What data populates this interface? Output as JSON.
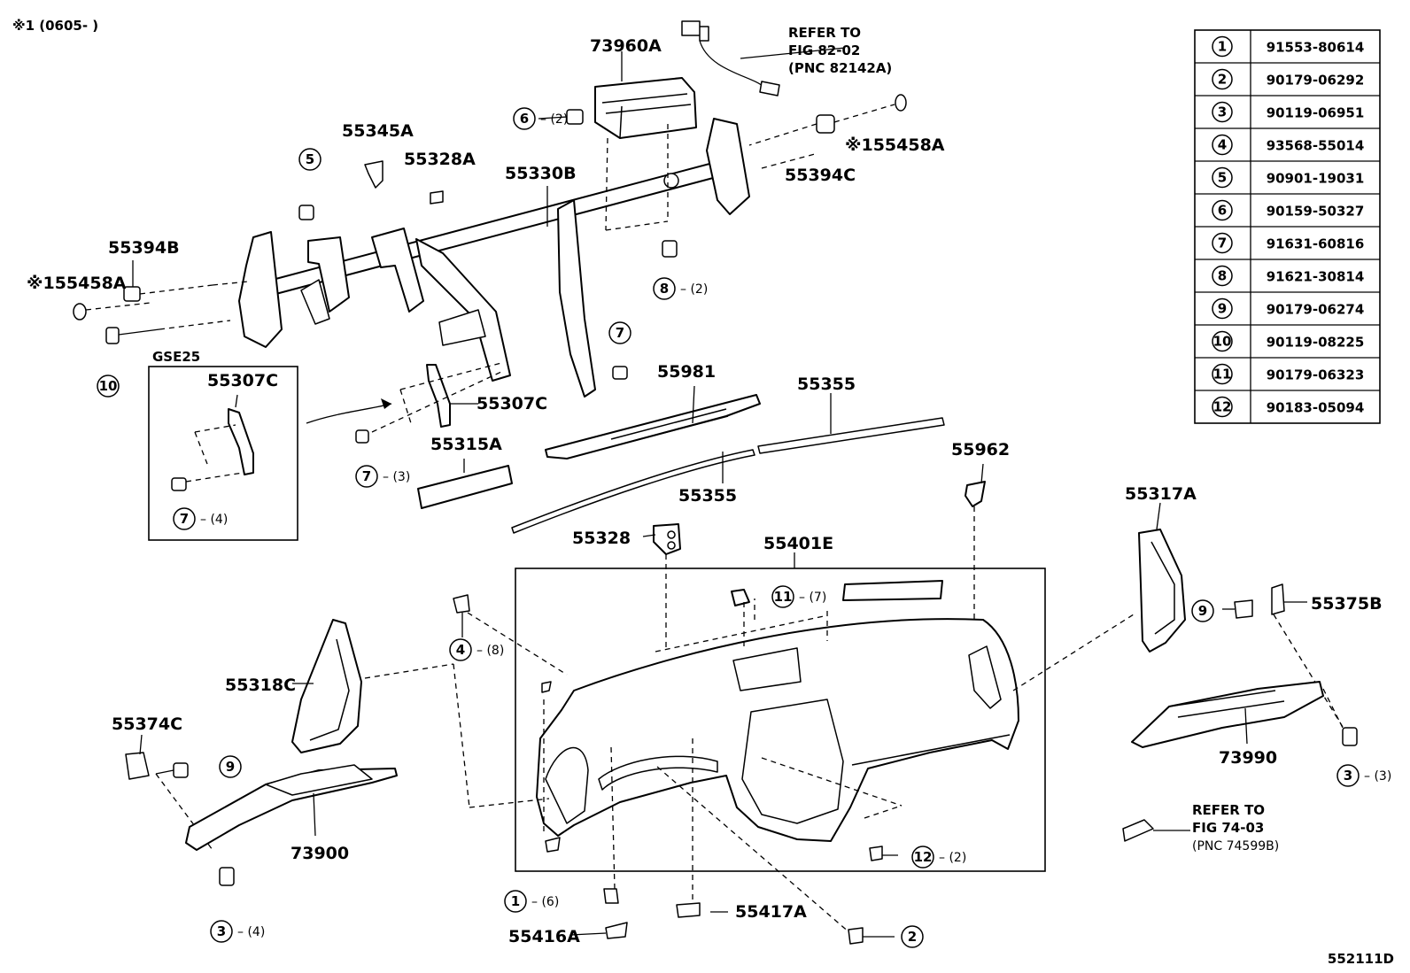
{
  "header_note": "※1 (0605-      )",
  "diagram_id": "552111D",
  "inset_label": "GSE25",
  "refer_notes": [
    {
      "line1": "REFER TO",
      "line2": "FIG 82-02",
      "line3": "(PNC 82142A)"
    },
    {
      "line1": "REFER TO",
      "line2": "FIG 74-03",
      "line3": "(PNC 74599B)"
    }
  ],
  "part_labels": [
    "73960A",
    "55345A",
    "55328A",
    "55330B",
    "55394C",
    "※155458A",
    "55394B",
    "※155458A",
    "55307C",
    "55307C",
    "55981",
    "55355",
    "55355",
    "55315A",
    "55962",
    "55328",
    "55401E",
    "55317A",
    "55375B",
    "55318C",
    "55374C",
    "73900",
    "73990",
    "55416A",
    "55417A"
  ],
  "callouts": [
    {
      "num": "6",
      "qty": "(2)"
    },
    {
      "num": "5",
      "qty": ""
    },
    {
      "num": "8",
      "qty": "(2)"
    },
    {
      "num": "10",
      "qty": ""
    },
    {
      "num": "7",
      "qty": ""
    },
    {
      "num": "7",
      "qty": "(3)"
    },
    {
      "num": "7",
      "qty": "(4)"
    },
    {
      "num": "11",
      "qty": "(7)"
    },
    {
      "num": "4",
      "qty": "(8)"
    },
    {
      "num": "9",
      "qty": ""
    },
    {
      "num": "9",
      "qty": ""
    },
    {
      "num": "3",
      "qty": "(3)"
    },
    {
      "num": "12",
      "qty": "(2)"
    },
    {
      "num": "1",
      "qty": "(6)"
    },
    {
      "num": "2",
      "qty": ""
    },
    {
      "num": "3",
      "qty": "(4)"
    }
  ],
  "parts_table": [
    {
      "ref": "1",
      "part_no": "91553-80614"
    },
    {
      "ref": "2",
      "part_no": "90179-06292"
    },
    {
      "ref": "3",
      "part_no": "90119-06951"
    },
    {
      "ref": "4",
      "part_no": "93568-55014"
    },
    {
      "ref": "5",
      "part_no": "90901-19031"
    },
    {
      "ref": "6",
      "part_no": "90159-50327"
    },
    {
      "ref": "7",
      "part_no": "91631-60816"
    },
    {
      "ref": "8",
      "part_no": "91621-30814"
    },
    {
      "ref": "9",
      "part_no": "90179-06274"
    },
    {
      "ref": "10",
      "part_no": "90119-08225"
    },
    {
      "ref": "11",
      "part_no": "90179-06323"
    },
    {
      "ref": "12",
      "part_no": "90183-05094"
    }
  ]
}
